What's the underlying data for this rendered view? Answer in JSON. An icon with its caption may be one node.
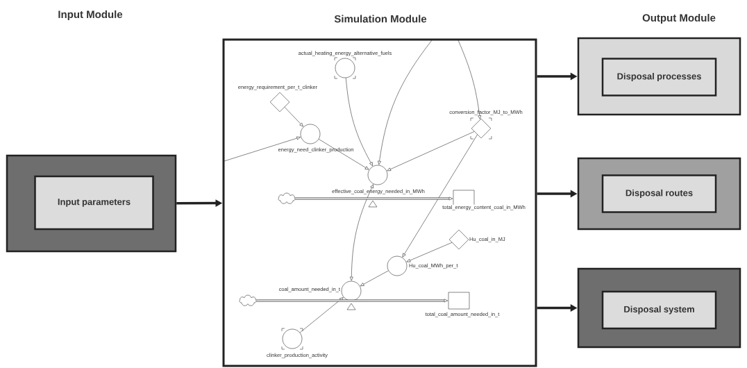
{
  "diagram": {
    "nodes": [
      {
        "text": [],
        "shape": "box"
      },
      {
        "text": [
          "Input parameters"
        ],
        "in": 0
      },
      {
        "text": [],
        "shape": "box"
      },
      {
        "text": [
          "actual_heating_energy_alternative_fuels"
        ],
        "in": 2
      },
      {
        "text": [
          "energy_requirement_per_t_clinker"
        ],
        "in": 2
      },
      {
        "text": [
          "energy_need_clinker_production"
        ],
        "in": 2
      },
      {
        "text": [
          "conversion_factor_MJ_to_MWh"
        ],
        "in": 2
      },
      {
        "text": [
          "effective_coal_energy_needed_in_MWh"
        ],
        "in": 2
      },
      {
        "text": [],
        "shape": "cloud",
        "in": 2
      },
      {
        "text": [
          "total_energy_content_coal_in_MWh"
        ],
        "in": 2
      },
      {
        "text": [
          "Hu_coal_in_MJ"
        ],
        "in": 2
      },
      {
        "text": [
          "Hu_coal_MWh_per_t"
        ],
        "in": 2
      },
      {
        "text": [
          "coal_amount_needed_in_t"
        ],
        "in": 2
      },
      {
        "text": [],
        "shape": "cloud",
        "in": 2
      },
      {
        "text": [
          "total_coal_amount_needed_in_t"
        ],
        "in": 2
      },
      {
        "text": [
          "clinker_production_activity"
        ],
        "in": 2
      },
      {
        "text": [],
        "shape": "box"
      },
      {
        "text": [
          "Disposal processes"
        ],
        "in": 16
      },
      {
        "text": [],
        "shape": "box"
      },
      {
        "text": [
          "Disposal routes"
        ],
        "in": 18
      },
      {
        "text": [],
        "shape": "box"
      },
      {
        "text": [
          "Disposal system"
        ],
        "in": 20
      }
    ],
    "edges": [
      {
        "from": 0,
        "to": 2,
        "arrow": "to",
        "style": "thick"
      },
      {
        "from": 2,
        "to": 16,
        "arrow": "to",
        "style": "thick"
      },
      {
        "from": 2,
        "to": 18,
        "arrow": "to",
        "style": "thick"
      },
      {
        "from": 2,
        "to": 20,
        "arrow": "to",
        "style": "thick"
      },
      {
        "from": 4,
        "to": 5,
        "arrow": "to"
      },
      {
        "from": null,
        "to": 5,
        "arrow": "to"
      },
      {
        "from": 3,
        "to": 7,
        "arrow": "to"
      },
      {
        "from": null,
        "to": 7,
        "arrow": "to"
      },
      {
        "from": null,
        "to": 6,
        "arrow": "to"
      },
      {
        "from": 5,
        "to": 7,
        "arrow": "to"
      },
      {
        "from": 6,
        "to": 7,
        "arrow": "to"
      },
      {
        "from": 6,
        "to": 11,
        "arrow": "to"
      },
      {
        "from": 7,
        "to": 12,
        "arrow": "both"
      },
      {
        "from": 10,
        "to": 11,
        "arrow": "to"
      },
      {
        "from": 11,
        "to": 12,
        "arrow": "to"
      },
      {
        "from": 15,
        "to": 12,
        "arrow": "to"
      },
      {
        "from": 8,
        "to": 9,
        "arrow": "to",
        "style": "thick"
      },
      {
        "from": 13,
        "to": 14,
        "arrow": "to",
        "style": "thick"
      }
    ],
    "labels": [
      "Input Module",
      "Simulation Module",
      "Output Module"
    ]
  }
}
